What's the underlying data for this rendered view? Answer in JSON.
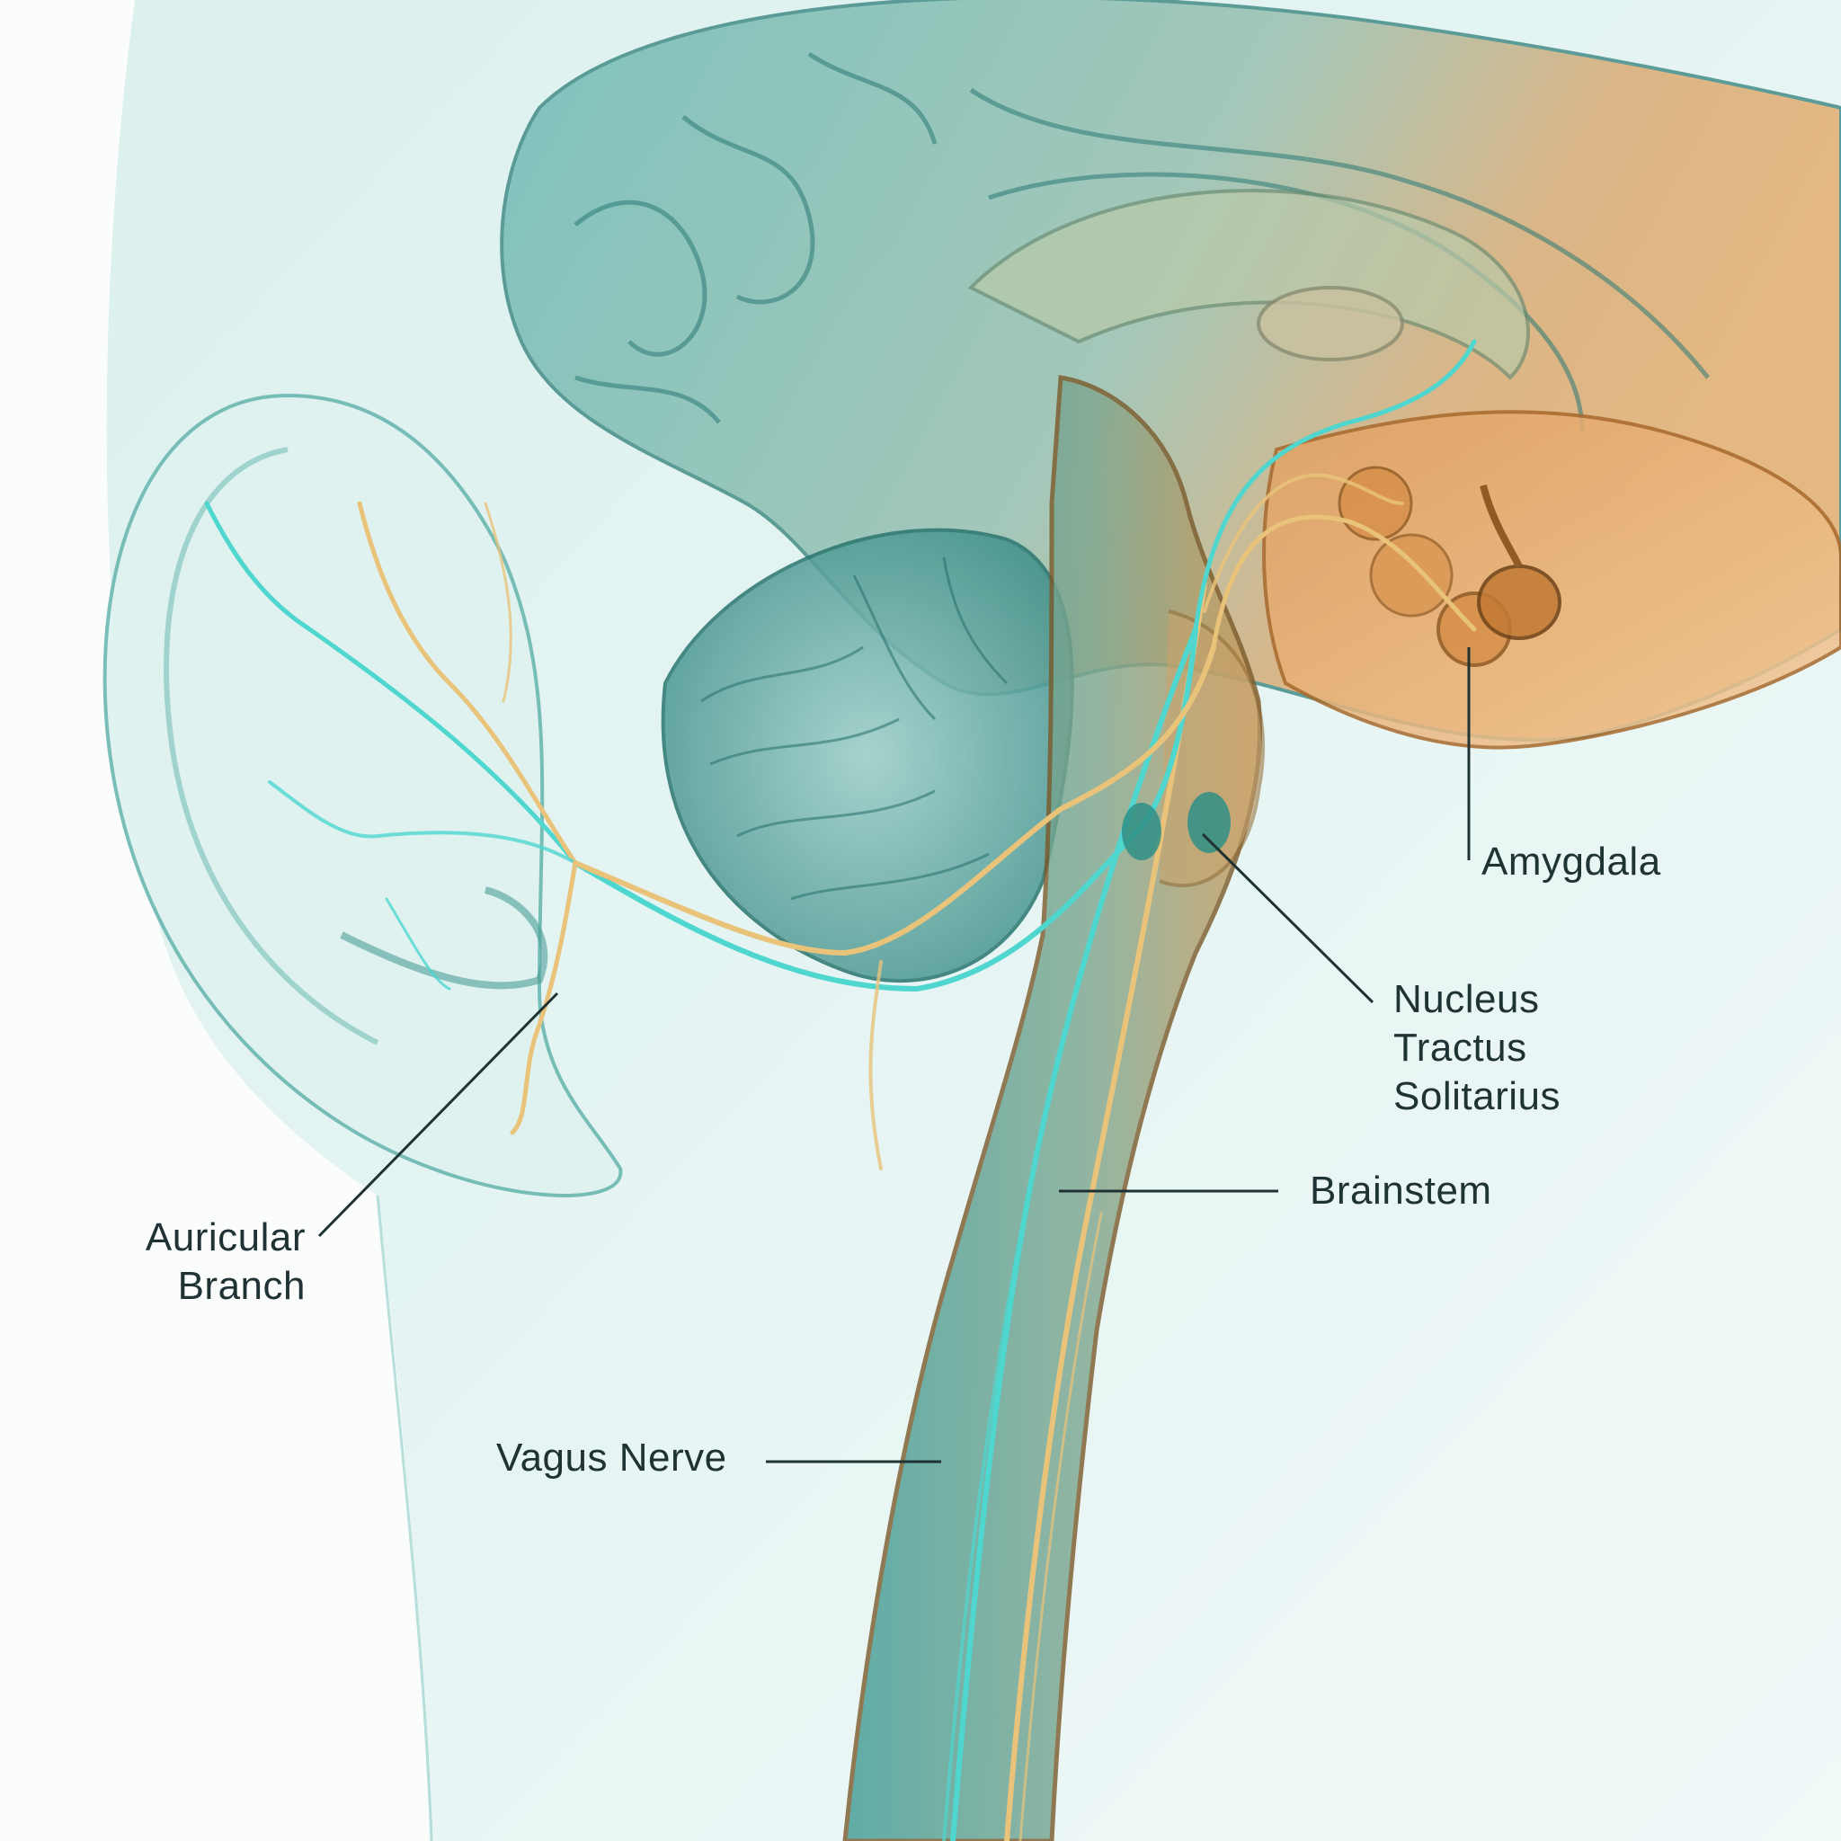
{
  "diagram": {
    "type": "anatomical illustration",
    "subject": "Auricular branch of the vagus nerve pathway from ear to brain",
    "colors": {
      "background": "#fbfdfd",
      "tissue_teal": "#3f9c98",
      "tissue_light_teal": "#cfe9e6",
      "nerve_cyan": "#4fd6cf",
      "nerve_gold": "#e9c37a",
      "limbic_orange": "#d98a3a",
      "label_text": "#1f3234",
      "leader_line": "#1f3234"
    },
    "labels": {
      "auricular": {
        "line1": "Auricular",
        "line2": "Branch"
      },
      "vagus": "Vagus Nerve",
      "brainstem": "Brainstem",
      "nts": {
        "line1": "Nucleus",
        "line2": "Tractus",
        "line3": "Solitarius"
      },
      "amygdala": "Amygdala"
    }
  }
}
